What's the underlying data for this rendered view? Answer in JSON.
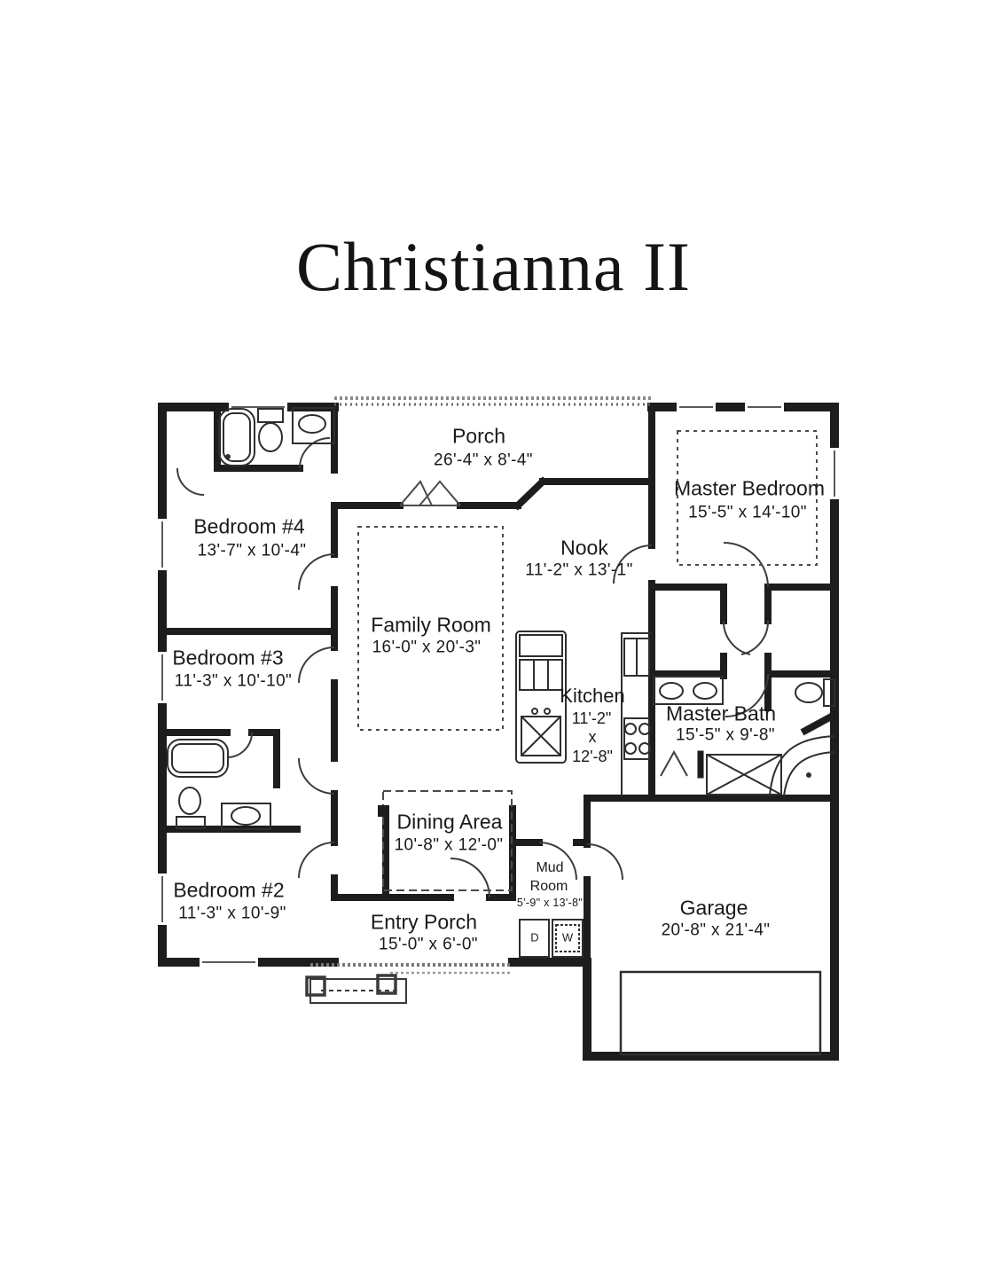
{
  "title": "Christianna II",
  "rooms": {
    "porch": {
      "name": "Porch",
      "dims": "26'-4\" x 8'-4\""
    },
    "master_bedroom": {
      "name": "Master Bedroom",
      "dims": "15'-5\" x 14'-10\""
    },
    "bedroom4": {
      "name": "Bedroom #4",
      "dims": "13'-7\" x 10'-4\""
    },
    "nook": {
      "name": "Nook",
      "dims": "11'-2\" x 13'-1\""
    },
    "family_room": {
      "name": "Family Room",
      "dims": "16'-0\" x 20'-3\""
    },
    "bedroom3": {
      "name": "Bedroom #3",
      "dims": "11'-3\" x 10'-10\""
    },
    "kitchen": {
      "name": "Kitchen",
      "dim_w": "11'-2\"",
      "dim_x": "x",
      "dim_l": "12'-8\""
    },
    "master_bath": {
      "name": "Master Bath",
      "dims": "15'-5\" x 9'-8\""
    },
    "dining": {
      "name": "Dining Area",
      "dims": "10'-8\" x 12'-0\""
    },
    "bedroom2": {
      "name": "Bedroom #2",
      "dims": "11'-3\" x 10'-9\""
    },
    "mud_room": {
      "line1": "Mud",
      "line2": "Room",
      "dims": "5'-9\" x 13'-8\""
    },
    "entry_porch": {
      "name": "Entry Porch",
      "dims": "15'-0\" x 6'-0\""
    },
    "garage": {
      "name": "Garage",
      "dims": "20'-8\" x 21'-4\""
    }
  },
  "appliances": {
    "dryer": "D",
    "washer": "W"
  },
  "colors": {
    "wall": "#1d1d1d",
    "text": "#1a1a1a",
    "paper": "#ffffff"
  }
}
